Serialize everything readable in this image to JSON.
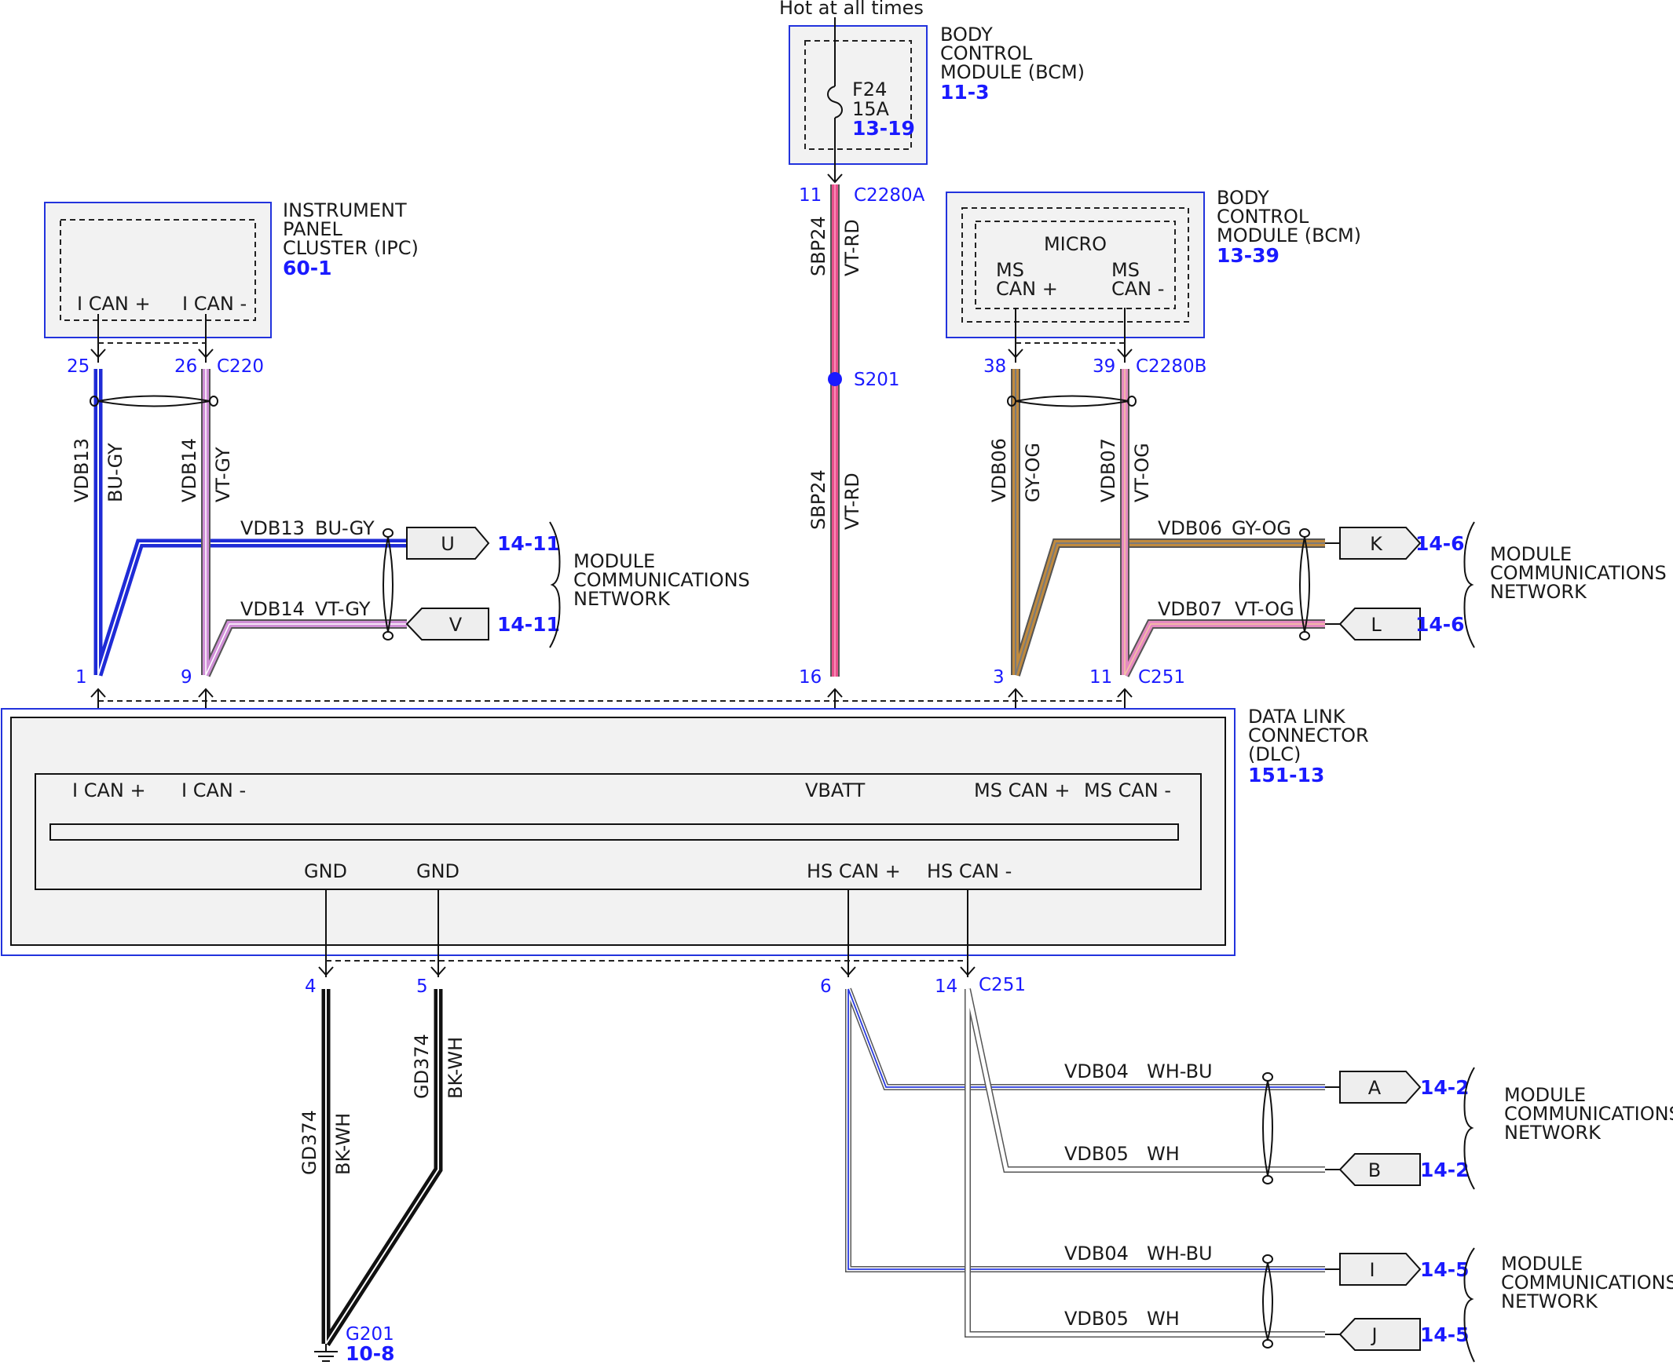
{
  "header": {
    "power_note": "Hot at all times"
  },
  "bcm_fuse": {
    "title_lines": [
      "BODY",
      "CONTROL",
      "MODULE (BCM)"
    ],
    "ref": "11-3",
    "fuse_name": "F24",
    "fuse_rating": "15A",
    "fuse_ref": "13-19"
  },
  "ipc": {
    "title_lines": [
      "INSTRUMENT",
      "PANEL",
      "CLUSTER (IPC)"
    ],
    "ref": "60-1",
    "pin_labels": [
      "I CAN +",
      "I CAN -"
    ],
    "connector": "C220",
    "pins": [
      "25",
      "26"
    ]
  },
  "bcm_micro": {
    "title_lines": [
      "BODY",
      "CONTROL",
      "MODULE (BCM)"
    ],
    "ref": "13-39",
    "micro_label": "MICRO",
    "pin_label_1": [
      "MS",
      "CAN +"
    ],
    "pin_label_2": [
      "MS",
      "CAN -"
    ],
    "connector": "C2280B",
    "pins": [
      "38",
      "39"
    ]
  },
  "vbatt_wire": {
    "pin_top": "11",
    "connector_top": "C2280A",
    "circuit": "SBP24",
    "color": "VT-RD",
    "splice": "S201",
    "pin_bottom": "16"
  },
  "wires": {
    "vdb13": {
      "circuit": "VDB13",
      "color": "BU-GY",
      "hex": "#1f2bd6"
    },
    "vdb14": {
      "circuit": "VDB14",
      "color": "VT-GY",
      "hex": "#cf8fd6"
    },
    "vdb06": {
      "circuit": "VDB06",
      "color": "GY-OG",
      "hex": "#c08a3e"
    },
    "vdb07": {
      "circuit": "VDB07",
      "color": "VT-OG",
      "hex": "#e58ac0"
    },
    "sbp24": {
      "hex": "#e8508c"
    },
    "gd374": {
      "circuit": "GD374",
      "color": "BK-WH",
      "hex": "#111111"
    },
    "vdb04": {
      "circuit": "VDB04",
      "color": "WH-BU",
      "hex": "#2a3be0"
    },
    "vdb05": {
      "circuit": "VDB05",
      "color": "WH",
      "hex": "#777777"
    }
  },
  "dlc_pins_top": {
    "left": [
      "1",
      "9"
    ],
    "right": [
      "3",
      "11"
    ],
    "connector": "C251"
  },
  "dlc": {
    "title_lines": [
      "DATA LINK",
      "CONNECTOR",
      "(DLC)"
    ],
    "ref": "151-13",
    "top_pins": [
      "I CAN +",
      "I CAN -",
      "VBATT",
      "MS CAN +",
      "MS CAN -"
    ],
    "bottom_pins": [
      "GND",
      "GND",
      "HS CAN +",
      "HS CAN -"
    ]
  },
  "dlc_pins_bottom": {
    "pins": [
      "4",
      "5",
      "6",
      "14"
    ],
    "connector": "C251"
  },
  "ground": {
    "name": "G201",
    "ref": "10-8"
  },
  "network_label_lines": [
    "MODULE",
    "COMMUNICATIONS",
    "NETWORK"
  ],
  "connectors": [
    {
      "letter": "U",
      "ref": "14-11"
    },
    {
      "letter": "V",
      "ref": "14-11"
    },
    {
      "letter": "K",
      "ref": "14-6"
    },
    {
      "letter": "L",
      "ref": "14-6"
    },
    {
      "letter": "A",
      "ref": "14-2"
    },
    {
      "letter": "B",
      "ref": "14-2"
    },
    {
      "letter": "I",
      "ref": "14-5"
    },
    {
      "letter": "J",
      "ref": "14-5"
    }
  ]
}
